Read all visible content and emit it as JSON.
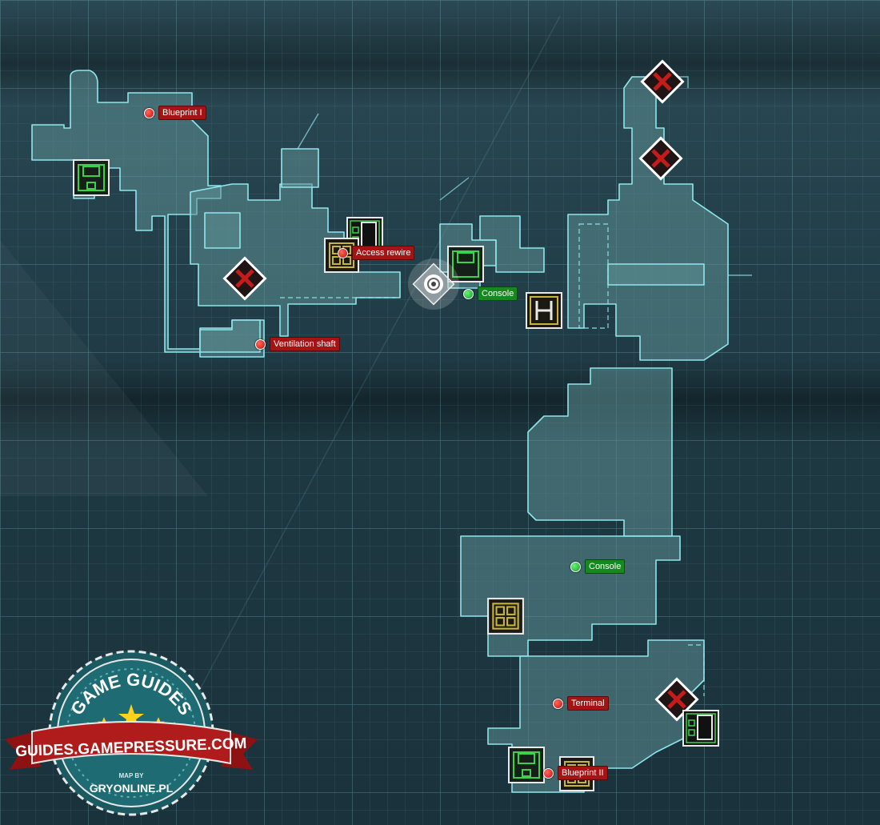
{
  "map": {
    "markers": [
      {
        "id": "blueprint-1",
        "label": "Blueprint I",
        "color": "red"
      },
      {
        "id": "access-rewire",
        "label": "Access rewire",
        "color": "red"
      },
      {
        "id": "console-1",
        "label": "Console",
        "color": "green"
      },
      {
        "id": "ventilation-shaft",
        "label": "Ventilation shaft",
        "color": "red"
      },
      {
        "id": "console-2",
        "label": "Console",
        "color": "green"
      },
      {
        "id": "terminal",
        "label": "Terminal",
        "color": "red"
      },
      {
        "id": "blueprint-2",
        "label": "Blueprint II",
        "color": "red"
      }
    ],
    "icons": [
      "locked-door-icon",
      "save-station-icon",
      "upgrade-bench-icon",
      "elevator-icon",
      "player-position-icon"
    ]
  },
  "badge": {
    "top": "GAME GUIDES",
    "ribbon": "GUIDES.GAMEPRESSURE.COM",
    "map_by": "MAP BY",
    "bottom": "GRYONLINE.PL"
  },
  "colors": {
    "room_fill": "#5d8f93",
    "room_stroke": "#8fe6ee",
    "marker_red": "#a41414",
    "marker_green": "#15881f",
    "badge_teal": "#1f6b73",
    "badge_ribbon": "#b01c1c"
  }
}
